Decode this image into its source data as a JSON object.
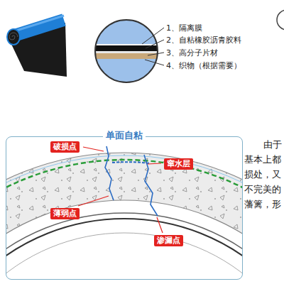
{
  "diagram": {
    "nodes": [
      {
        "text": [
          "单面自粘"
        ]
      },
      {
        "text": [
          "破损点"
        ],
        "in": 0
      },
      {
        "text": [
          "窜水层"
        ],
        "in": 0
      },
      {
        "text": [
          "薄弱点"
        ],
        "in": 0
      },
      {
        "text": [
          "渗漏点"
        ],
        "in": 0
      }
    ],
    "labels": [
      "1、隔离膜",
      "2、自粘橡胶沥青胶料",
      "3、高分子片材",
      "4、织物（根据需要）",
      "由于",
      "基本上都",
      "损处，又",
      "不完美的",
      "藩篱，形"
    ]
  }
}
